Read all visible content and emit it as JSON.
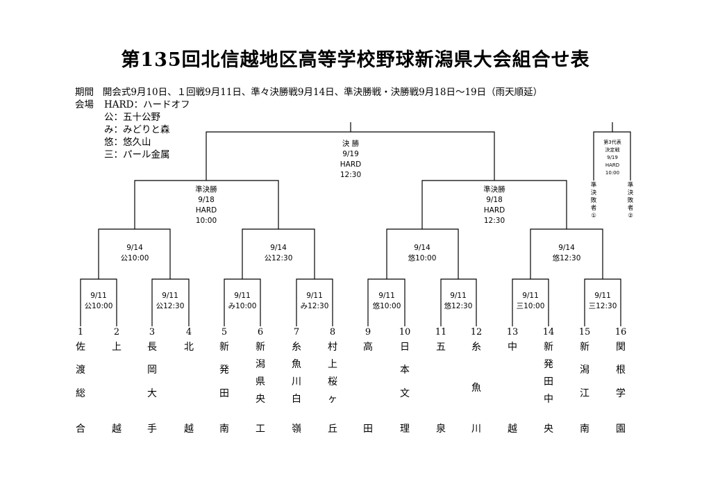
{
  "title": "第135回北信越地区高等学校野球新潟県大会組合せ表",
  "info": {
    "period_label": "期間",
    "period_value": "開会式9月10日、１回戦9月11日、準々決勝戦9月14日、準決勝戦・決勝戦9月18日～19日（雨天順延）",
    "venue_label": "会場",
    "venues": [
      "HARD：ハードオフ",
      "公：五十公野",
      "み：みどりと森",
      "悠：悠久山",
      "三：パール金属"
    ]
  },
  "final": [
    "決 勝",
    "9/19",
    "HARD",
    "12:30"
  ],
  "semifinals": [
    [
      "準決勝",
      "9/18",
      "HARD",
      "10:00"
    ],
    [
      "準決勝",
      "9/18",
      "HARD",
      "12:30"
    ]
  ],
  "quarterfinals": [
    [
      "9/14",
      "公10:00"
    ],
    [
      "9/14",
      "公12:30"
    ],
    [
      "9/14",
      "悠10:00"
    ],
    [
      "9/14",
      "悠12:30"
    ]
  ],
  "first_round": [
    [
      "9/11",
      "公10:00"
    ],
    [
      "9/11",
      "公12:30"
    ],
    [
      "9/11",
      "み10:00"
    ],
    [
      "9/11",
      "み12:30"
    ],
    [
      "9/11",
      "悠10:00"
    ],
    [
      "9/11",
      "悠12:30"
    ],
    [
      "9/11",
      "三10:00"
    ],
    [
      "9/11",
      "三12:30"
    ]
  ],
  "third_place": [
    "第3代表",
    "決定戦",
    "9/19",
    "HARD",
    "10:00"
  ],
  "losers": [
    "準決敗者①",
    "準決敗者②"
  ],
  "teams": [
    {
      "seed": "1",
      "chars": [
        "佐",
        "渡",
        "総",
        "合"
      ]
    },
    {
      "seed": "2",
      "chars": [
        "上",
        "越"
      ]
    },
    {
      "seed": "3",
      "chars": [
        "長",
        "岡",
        "大",
        "手"
      ]
    },
    {
      "seed": "4",
      "chars": [
        "北",
        "越"
      ]
    },
    {
      "seed": "5",
      "chars": [
        "新",
        "発",
        "田",
        "南"
      ]
    },
    {
      "seed": "6",
      "chars": [
        "新",
        "潟",
        "県",
        "央",
        "工"
      ]
    },
    {
      "seed": "7",
      "chars": [
        "糸",
        "魚",
        "川",
        "白",
        "嶺"
      ]
    },
    {
      "seed": "8",
      "chars": [
        "村",
        "上",
        "桜",
        "ヶ",
        "丘"
      ]
    },
    {
      "seed": "9",
      "chars": [
        "高",
        "田"
      ]
    },
    {
      "seed": "10",
      "chars": [
        "日",
        "本",
        "文",
        "理"
      ]
    },
    {
      "seed": "11",
      "chars": [
        "五",
        "泉"
      ]
    },
    {
      "seed": "12",
      "chars": [
        "糸",
        "魚",
        "川"
      ]
    },
    {
      "seed": "13",
      "chars": [
        "中",
        "越"
      ]
    },
    {
      "seed": "14",
      "chars": [
        "新",
        "発",
        "田",
        "中",
        "央"
      ]
    },
    {
      "seed": "15",
      "chars": [
        "新",
        "潟",
        "江",
        "南"
      ]
    },
    {
      "seed": "16",
      "chars": [
        "関",
        "根",
        "学",
        "園"
      ]
    }
  ]
}
